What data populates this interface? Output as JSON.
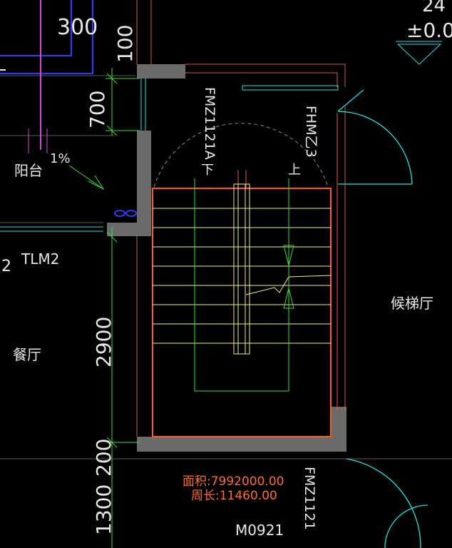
{
  "labels": {
    "dim_300": "300",
    "dim_100": "100",
    "dim_700": "700",
    "dim_2900": "2900",
    "dim_1300": "1300",
    "dim_200": "200",
    "elevation": "±0.0",
    "level_partial": "24",
    "room_balcony": "阳台",
    "room_dining": "餐厅",
    "room_elevator_hall": "候梯厅",
    "door_tlm2": "TLM2",
    "door_tlm2_partial": "2",
    "door_fmz1121a": "FMZ1121A",
    "door_fhm23": "FHM乙3",
    "door_fmz1121": "FMZ1121",
    "door_m0921": "M0921",
    "slope": "1%",
    "stair_up_left": "下",
    "stair_up_right": "上",
    "area_text": "面积:7992000.00",
    "perimeter_text": "周长:11460.00"
  },
  "colors": {
    "wall_fill": "#6b6b6b",
    "stair_boundary": "#ff5a1a",
    "tread": "#f4f07a",
    "green": "#3cdc3c",
    "cyan": "#19e6e6",
    "blue": "#2a3cff",
    "magenta": "#d04ad0",
    "grid": "#7a7a7a",
    "orange_text": "#ff6a2a"
  }
}
